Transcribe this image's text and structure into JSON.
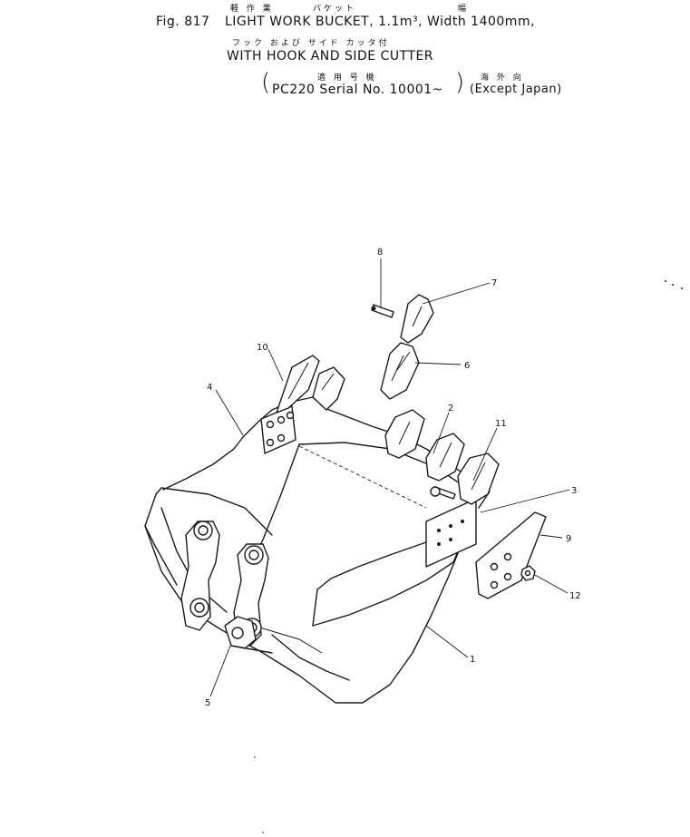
{
  "header": {
    "line1_jp_a": "軽 作 業",
    "line1_jp_b": "バケット",
    "line1_jp_c": "幅",
    "fig_label": "Fig. 817",
    "title": "LIGHT WORK BUCKET, 1.1m³, Width 1400mm,",
    "line2_jp": "フック および サイド カッタ付",
    "subtitle": "WITH HOOK AND SIDE CUTTER",
    "line3_jp_a": "適 用 号 機",
    "line3_jp_b": "海 外 向",
    "serial": "PC220 Serial No. 10001~",
    "region": "(Except Japan)"
  },
  "callouts": {
    "c1": "1",
    "c2": "2",
    "c3": "3",
    "c4": "4",
    "c5": "5",
    "c6": "6",
    "c7": "7",
    "c8": "8",
    "c9": "9",
    "c10": "10",
    "c11": "11",
    "c12": "12"
  }
}
